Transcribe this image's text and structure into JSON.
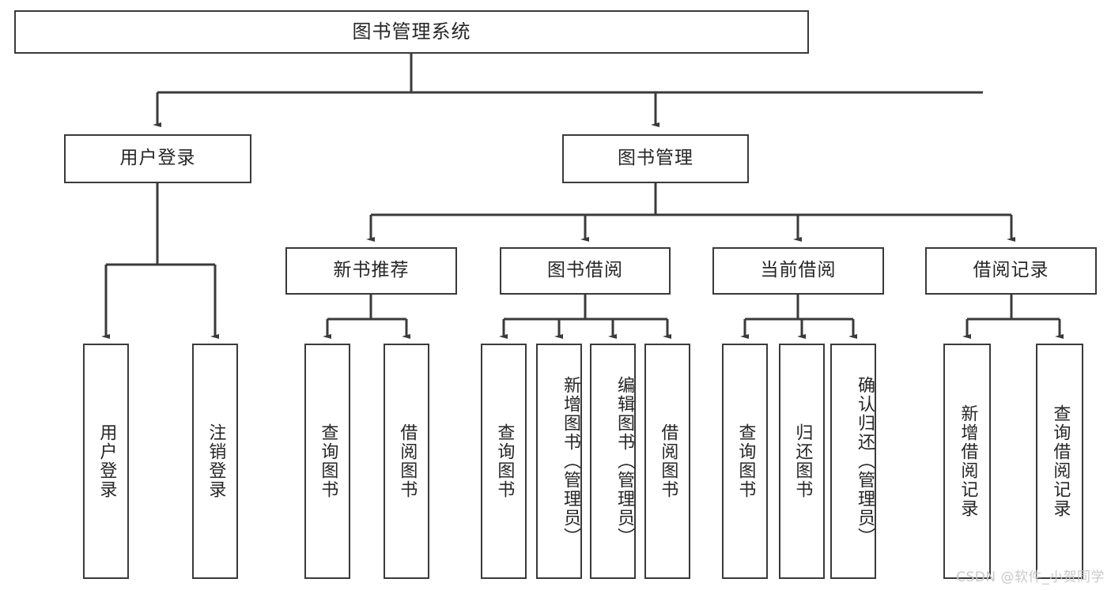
{
  "diagram": {
    "title": "图书管理系统",
    "watermark": "CSDN @软件_小贺同学",
    "line_color": "#3a3a3a",
    "text_color": "#262626",
    "background": "#ffffff",
    "nodes": {
      "root": "图书管理系统",
      "user_login": "用户登录",
      "book_manage": "图书管理",
      "new_book_rec": "新书推荐",
      "book_borrow": "图书借阅",
      "current_borrow": "当前借阅",
      "borrow_record": "借阅记录",
      "leaf_user_login": "用户登录",
      "leaf_logout": "注销登录",
      "leaf_query_book_a": "查询图书",
      "leaf_borrow_book_a": "借阅图书",
      "leaf_query_book_b": "查询图书",
      "leaf_add_book_admin": "新增图书（管理员）",
      "leaf_edit_book_admin": "编辑图书（管理员）",
      "leaf_borrow_book_b": "借阅图书",
      "leaf_query_book_c": "查询图书",
      "leaf_return_book": "归还图书",
      "leaf_confirm_return_admin": "确认归还（管理员）",
      "leaf_add_record": "新增借阅记录",
      "leaf_query_record": "查询借阅记录"
    }
  }
}
